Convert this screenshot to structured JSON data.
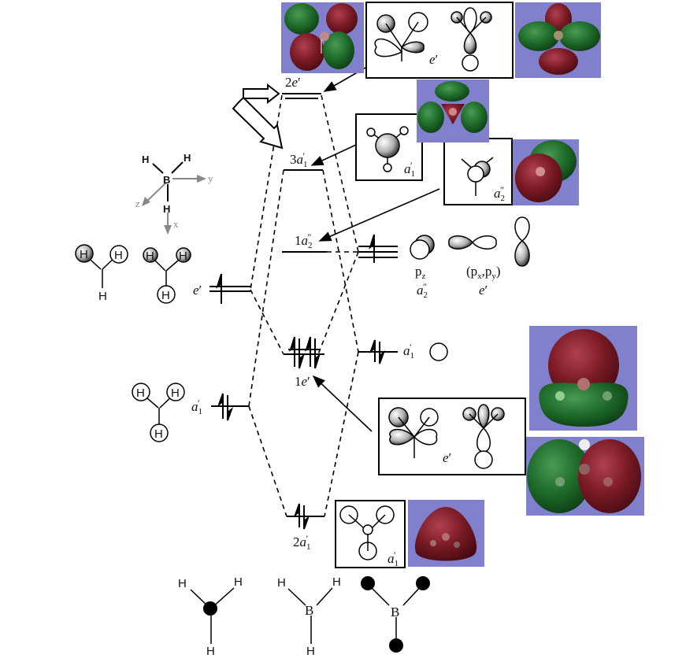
{
  "title": "BH3 molecular orbital diagram",
  "colors": {
    "render_bg": "#8080cc",
    "phase_positive": "#7a1a24",
    "phase_negative": "#1f6b2a",
    "line": "#000000",
    "axis": "#888888"
  },
  "axes": {
    "center": "B",
    "h1": "H",
    "h2": "H",
    "h3": "H",
    "x": "x",
    "y": "y",
    "z": "z"
  },
  "levels": {
    "mo_2e": {
      "num": "2",
      "sym": "e",
      "prime": "′"
    },
    "mo_3a1": {
      "num": "3",
      "sym": "a",
      "sub": "1",
      "prime": "′"
    },
    "mo_1a2": {
      "num": "1",
      "sym": "a",
      "sub": "2",
      "prime": "″"
    },
    "mo_1e": {
      "num": "1",
      "sym": "e",
      "prime": "′"
    },
    "mo_2a1": {
      "num": "2",
      "sym": "a",
      "sub": "1",
      "prime": "′"
    },
    "h3_e": {
      "sym": "e",
      "prime": "′"
    },
    "h3_a1": {
      "sym": "a",
      "sub": "1",
      "prime": "′"
    },
    "b_a1": {
      "sym": "a",
      "sub": "1",
      "prime": "′"
    }
  },
  "boron_ao": {
    "pz_label": "p",
    "pz_sub": "z",
    "pz_sym": "a",
    "pz_sym_sub": "2",
    "pz_sym_prime": "″",
    "pxpy_label_open": "(p",
    "pxpy_sub1": "x",
    "pxpy_comma": ",p",
    "pxpy_sub2": "y",
    "pxpy_close": ")",
    "pxpy_sym": "e",
    "pxpy_sym_prime": "′"
  },
  "boxes": {
    "top_e": {
      "sym": "e",
      "prime": "′"
    },
    "a1_top": {
      "sym": "a",
      "sub": "1",
      "prime": "′"
    },
    "a2": {
      "sym": "a",
      "sub": "2",
      "prime": "″"
    },
    "e_bottom": {
      "sym": "e",
      "prime": "′"
    },
    "a1_bottom": {
      "sym": "a",
      "sub": "1",
      "prime": "′"
    }
  },
  "h_atom": "H",
  "b_atom": "B"
}
